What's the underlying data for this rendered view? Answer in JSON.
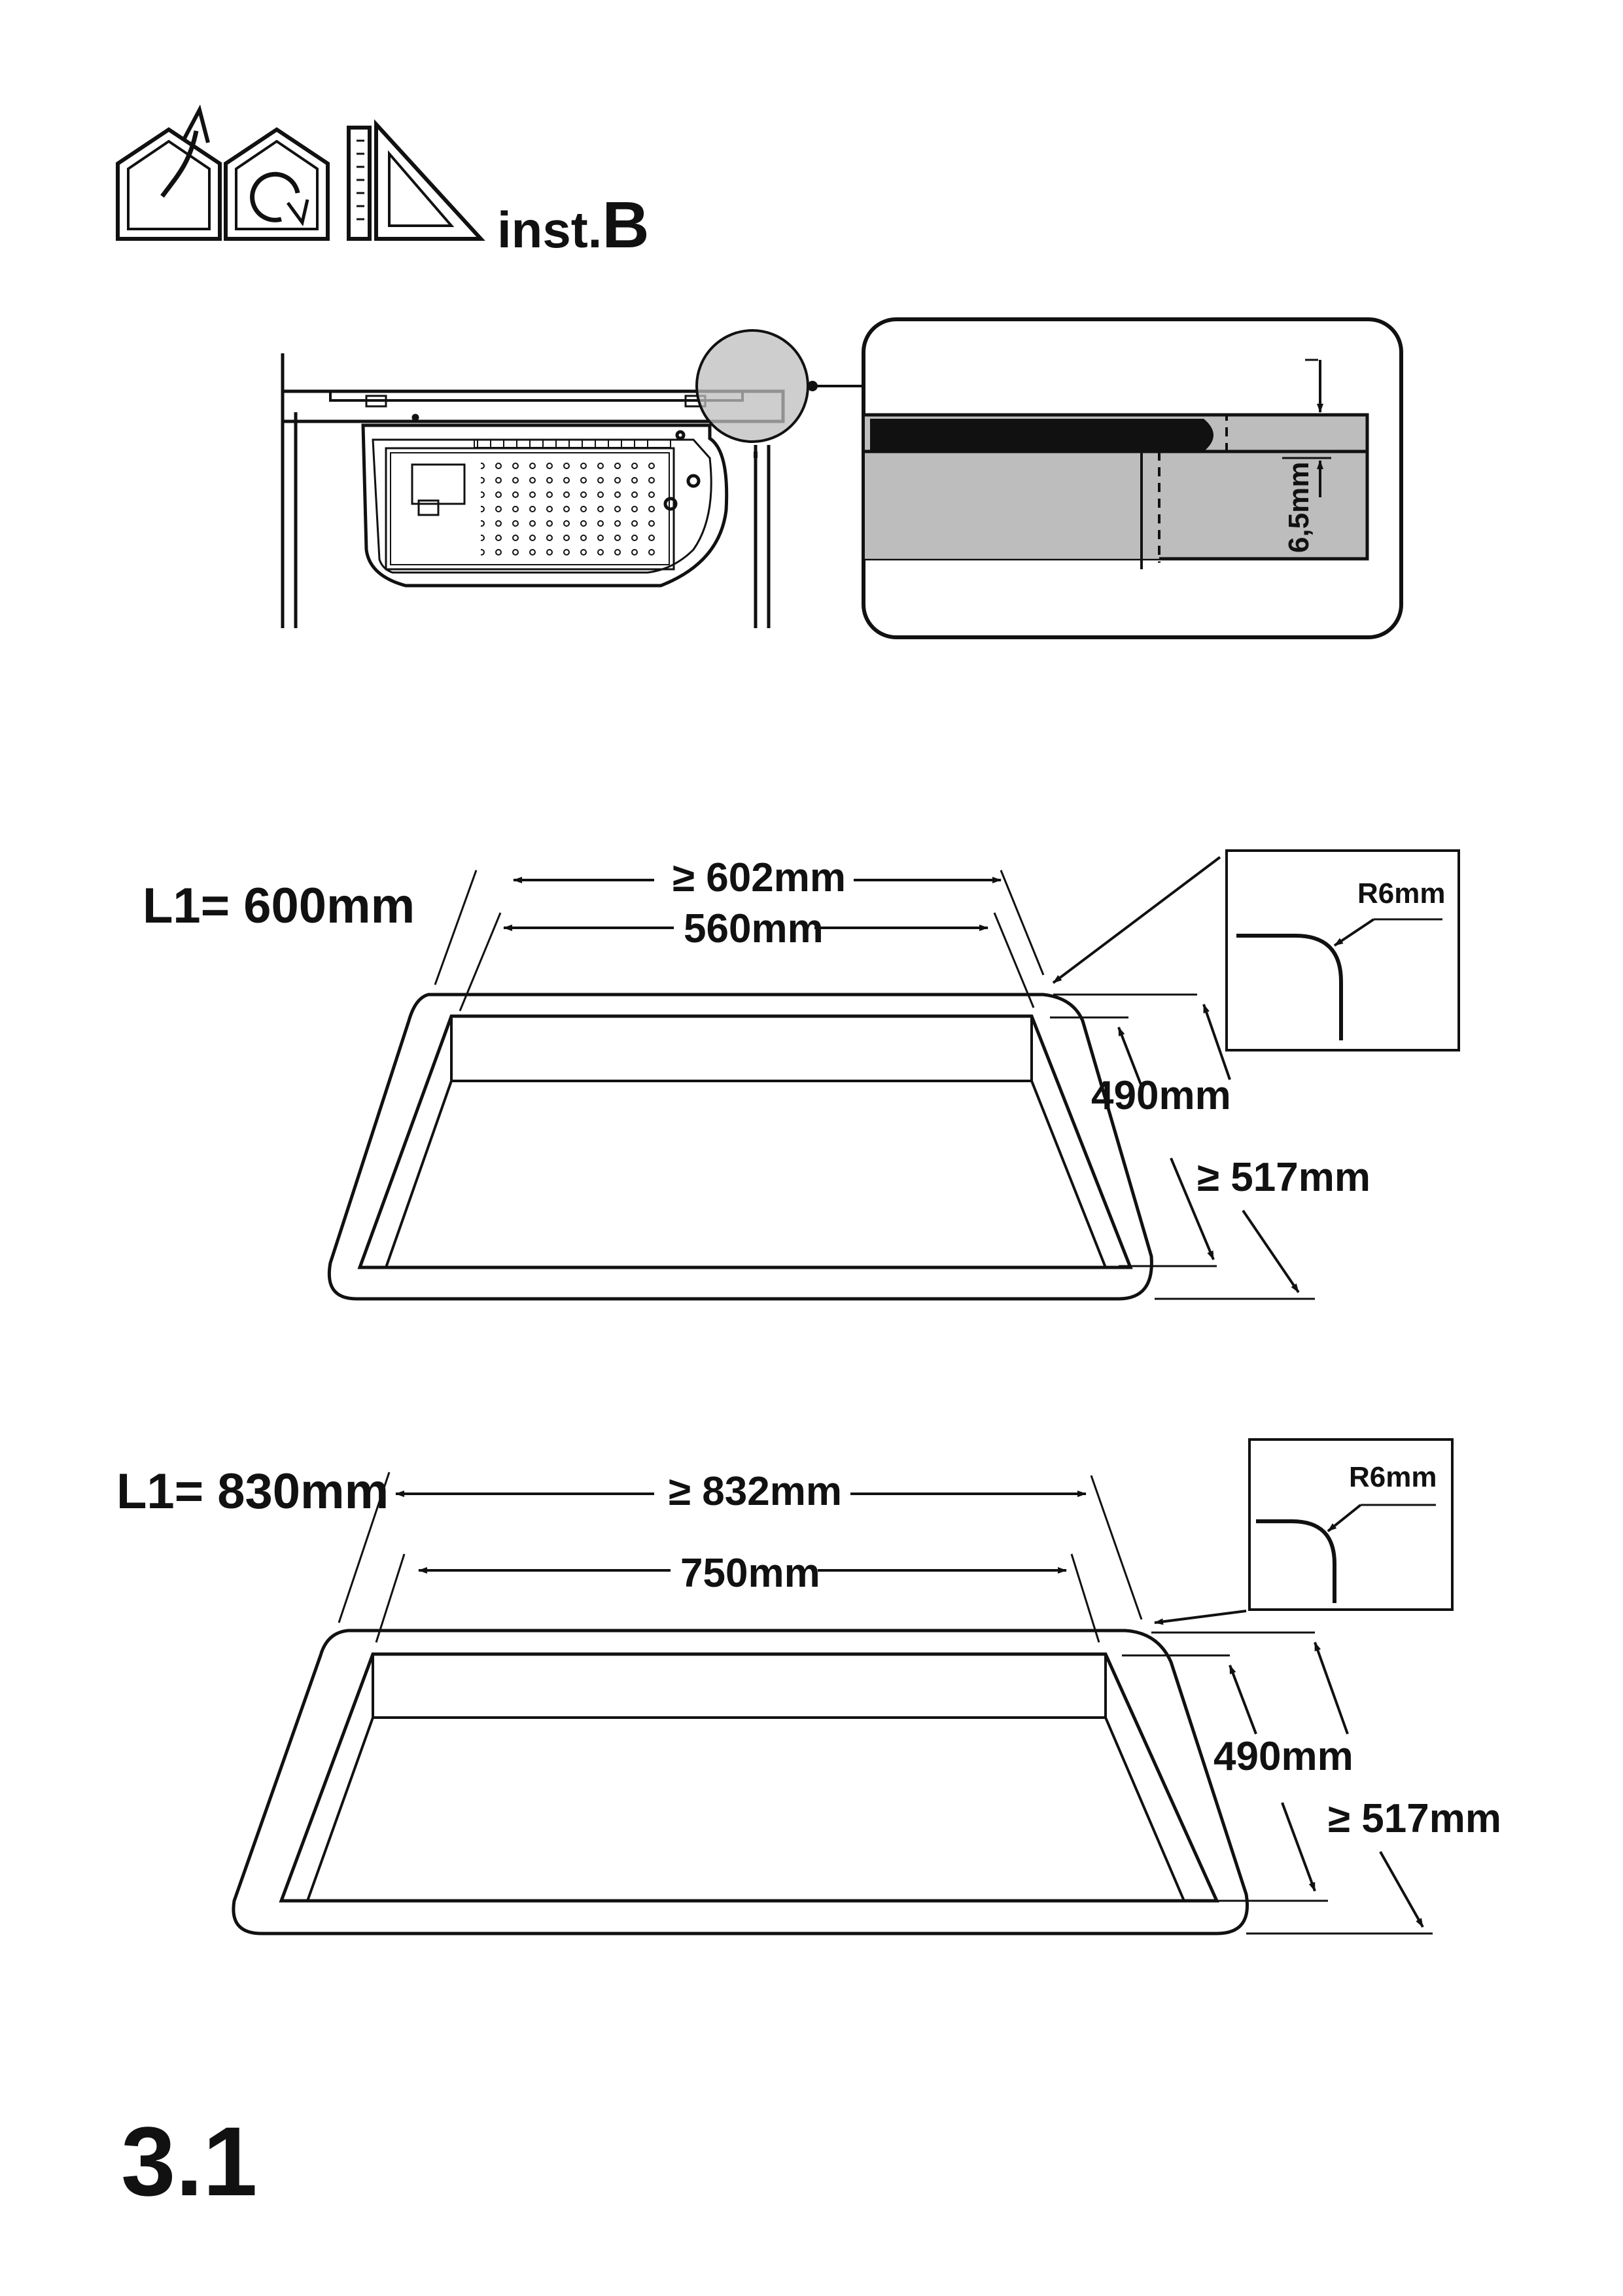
{
  "header": {
    "install_prefix": "inst.",
    "install_letter": "B",
    "icons": [
      "house-vent-out-icon",
      "house-recirculate-icon",
      "ruler-set-square-icon"
    ]
  },
  "detail": {
    "gap_label": "6,5mm"
  },
  "cutout_600": {
    "title": "L1= 600mm",
    "outer_width": "≥ 602mm",
    "inner_width": "560mm",
    "inner_depth": "490mm",
    "outer_depth": "≥ 517mm",
    "corner_radius": "R6mm"
  },
  "cutout_830": {
    "title": "L1= 830mm",
    "outer_width": "≥ 832mm",
    "inner_width": "750mm",
    "inner_depth": "490mm",
    "outer_depth": "≥ 517mm",
    "corner_radius": "R6mm"
  },
  "page_number": "3.1",
  "colors": {
    "ink": "#111111",
    "detail_fill": "#bdbdbd",
    "paper": "#ffffff"
  }
}
